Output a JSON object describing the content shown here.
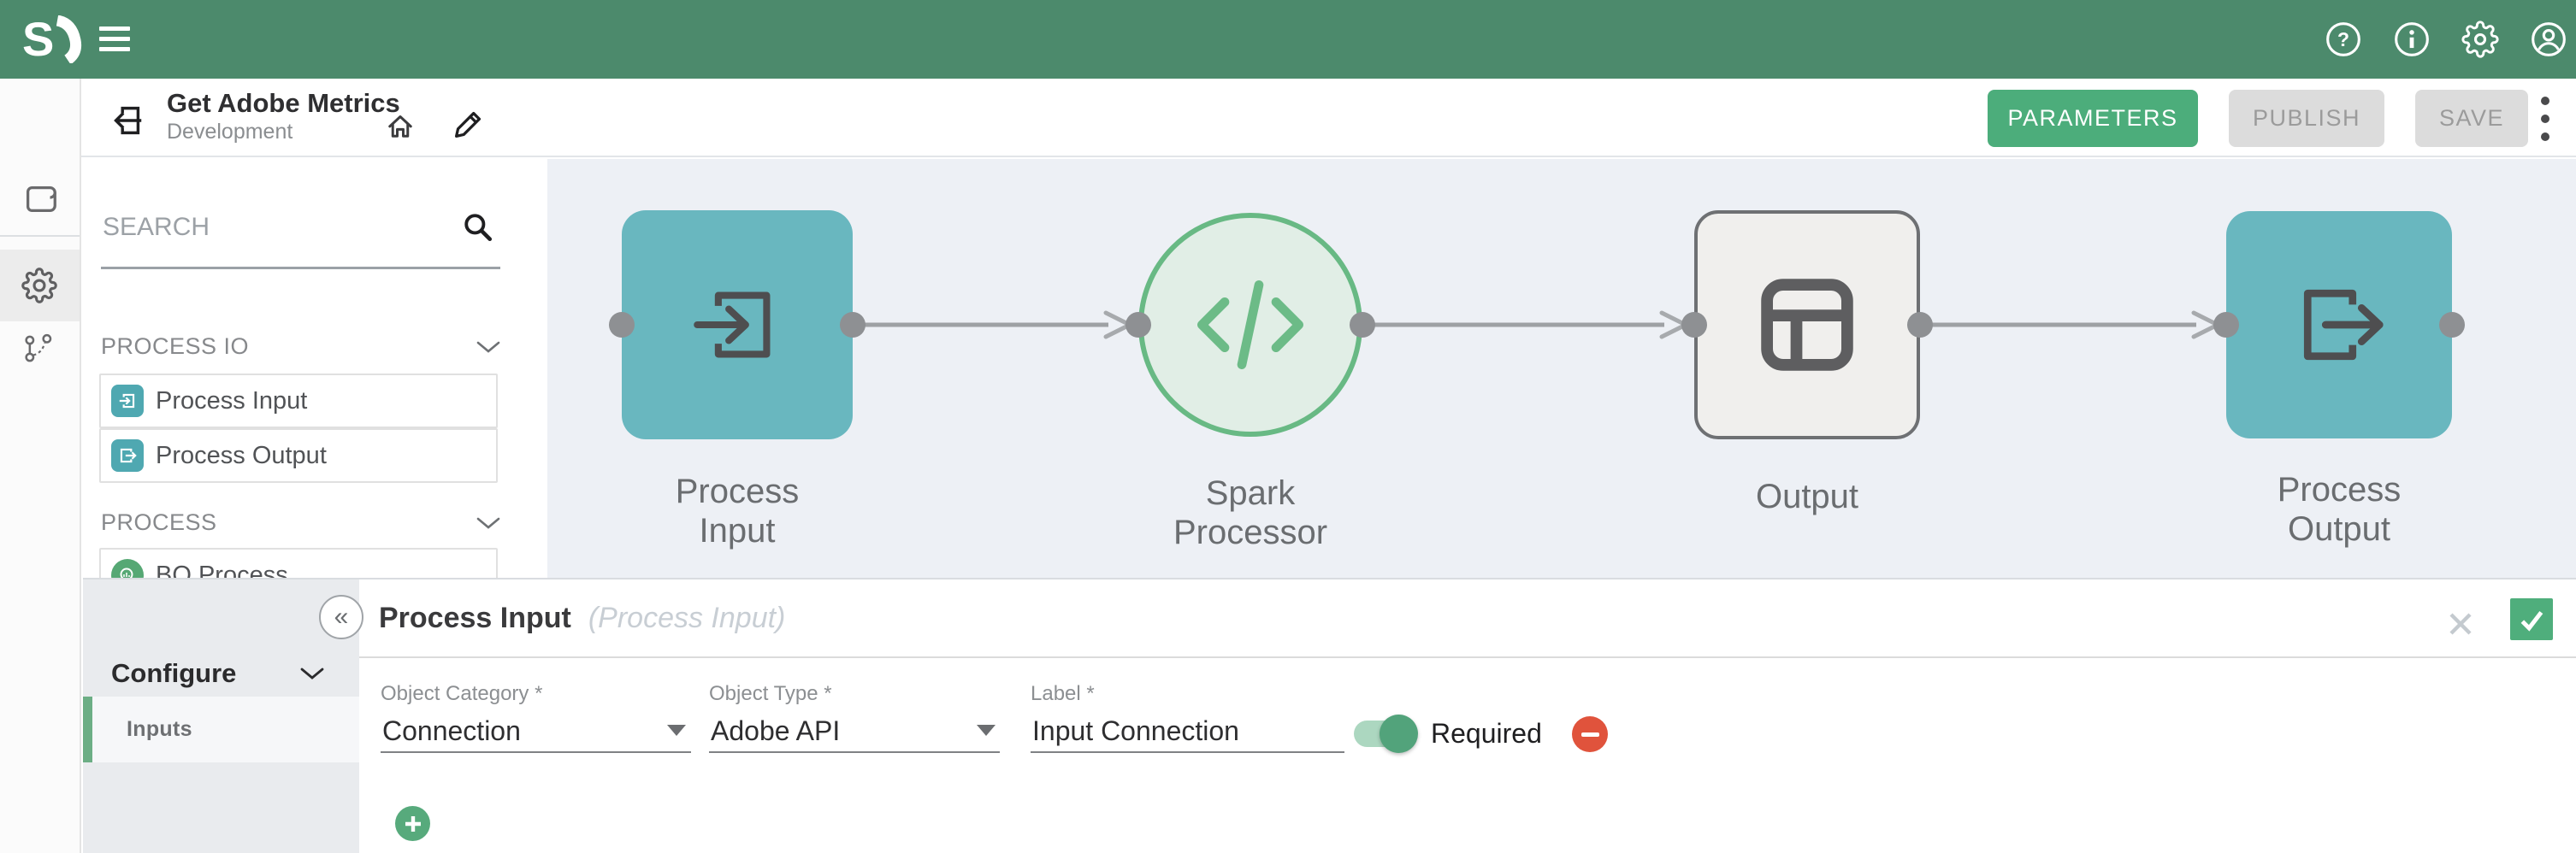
{
  "topbar": {
    "logo_text": "S",
    "icons": [
      {
        "name": "help"
      },
      {
        "name": "info"
      },
      {
        "name": "settings"
      },
      {
        "name": "account"
      }
    ]
  },
  "header": {
    "title": "Get Adobe Metrics",
    "subtitle": "Development",
    "parameters_label": "PARAMETERS",
    "publish_label": "PUBLISH",
    "save_label": "SAVE"
  },
  "palette": {
    "search_placeholder": "SEARCH",
    "section_process_io": "PROCESS IO",
    "section_process": "PROCESS",
    "item_process_input": "Process Input",
    "item_process_output": "Process Output",
    "item_bq_process": "BQ Process"
  },
  "canvas": {
    "nodes": {
      "process_input": {
        "line1": "Process",
        "line2": "Input"
      },
      "spark_processor": {
        "line1": "Spark",
        "line2": "Processor"
      },
      "output": {
        "line1": "Output",
        "line2": ""
      },
      "process_output": {
        "line1": "Process",
        "line2": "Output"
      }
    }
  },
  "inspector": {
    "collapse_glyph": "«",
    "title": "Process Input",
    "title_ghost": "(Process Input)",
    "nav": {
      "section_label": "Configure",
      "tab_label": "Inputs"
    },
    "fields": [
      {
        "label": "Object Category *",
        "value": "Connection"
      },
      {
        "label": "Object Type *",
        "value": "Adobe API"
      },
      {
        "label": "Label *",
        "value": "Input Connection"
      }
    ],
    "required_toggle": {
      "label": "Required",
      "state": "on"
    }
  },
  "colors": {
    "topbar_green": "#4C8A6C",
    "accent_green": "#4CAD7B",
    "node_teal": "#69B7BF",
    "spark_fill": "#E1EEE6",
    "spark_border": "#68B984",
    "canvas_bg": "#EDF0F5",
    "check_green": "#4FAE7C",
    "danger_red": "#E0533C"
  }
}
